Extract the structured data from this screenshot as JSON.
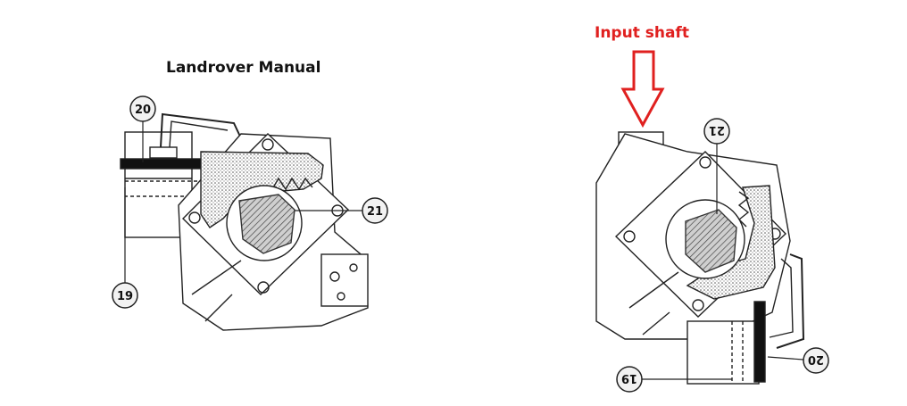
{
  "left": {
    "title": "Landrover Manual",
    "callouts": [
      "20",
      "21",
      "19"
    ]
  },
  "right": {
    "title": "Input shaft",
    "callouts": [
      "21",
      "20",
      "19"
    ]
  },
  "colors": {
    "accent": "#e0201f",
    "line": "#222222",
    "hatch": "#555555"
  }
}
